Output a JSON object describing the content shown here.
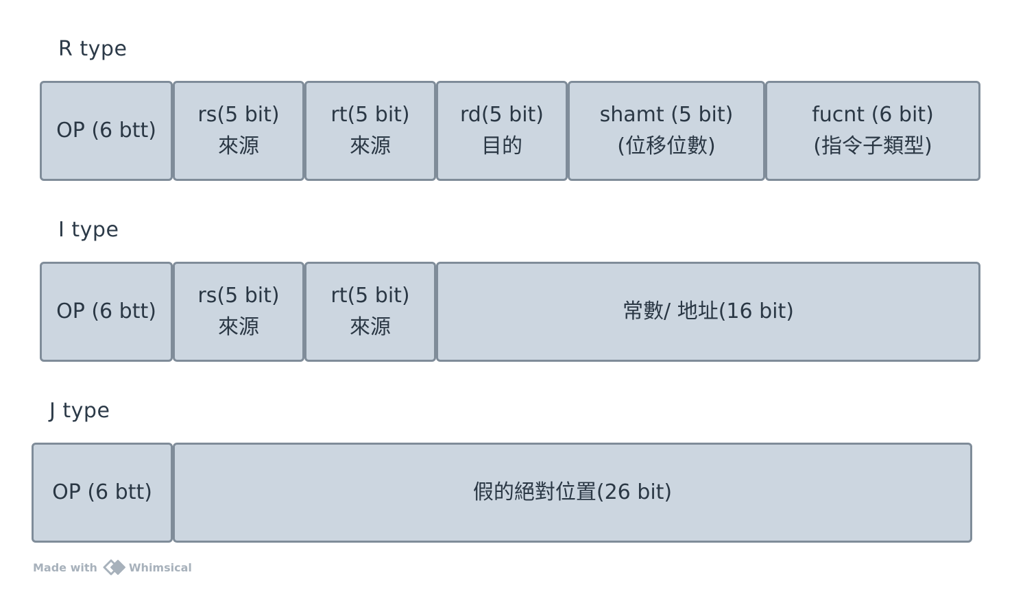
{
  "r_type": {
    "title": "R type",
    "fields": [
      {
        "line1": "OP (6 btt)",
        "line2": ""
      },
      {
        "line1": "rs(5 bit)",
        "line2": "來源"
      },
      {
        "line1": "rt(5 bit)",
        "line2": "來源"
      },
      {
        "line1": "rd(5 bit)",
        "line2": "目的"
      },
      {
        "line1": "shamt (5 bit)",
        "line2": "(位移位數)"
      },
      {
        "line1": "fucnt (6 bit)",
        "line2": "(指令子類型)"
      }
    ]
  },
  "i_type": {
    "title": "I type",
    "fields": [
      {
        "line1": "OP (6 btt)",
        "line2": ""
      },
      {
        "line1": "rs(5 bit)",
        "line2": "來源"
      },
      {
        "line1": "rt(5 bit)",
        "line2": "來源"
      },
      {
        "line1": "常數/ 地址(16 bit)",
        "line2": ""
      }
    ]
  },
  "j_type": {
    "title": "J type",
    "fields": [
      {
        "line1": "OP (6 btt)",
        "line2": ""
      },
      {
        "line1": "假的絕對位置(26 bit)",
        "line2": ""
      }
    ]
  },
  "footer": {
    "made_with": "Made with",
    "brand": "Whimsical",
    "logo_icon": "whimsical-logo-icon"
  }
}
